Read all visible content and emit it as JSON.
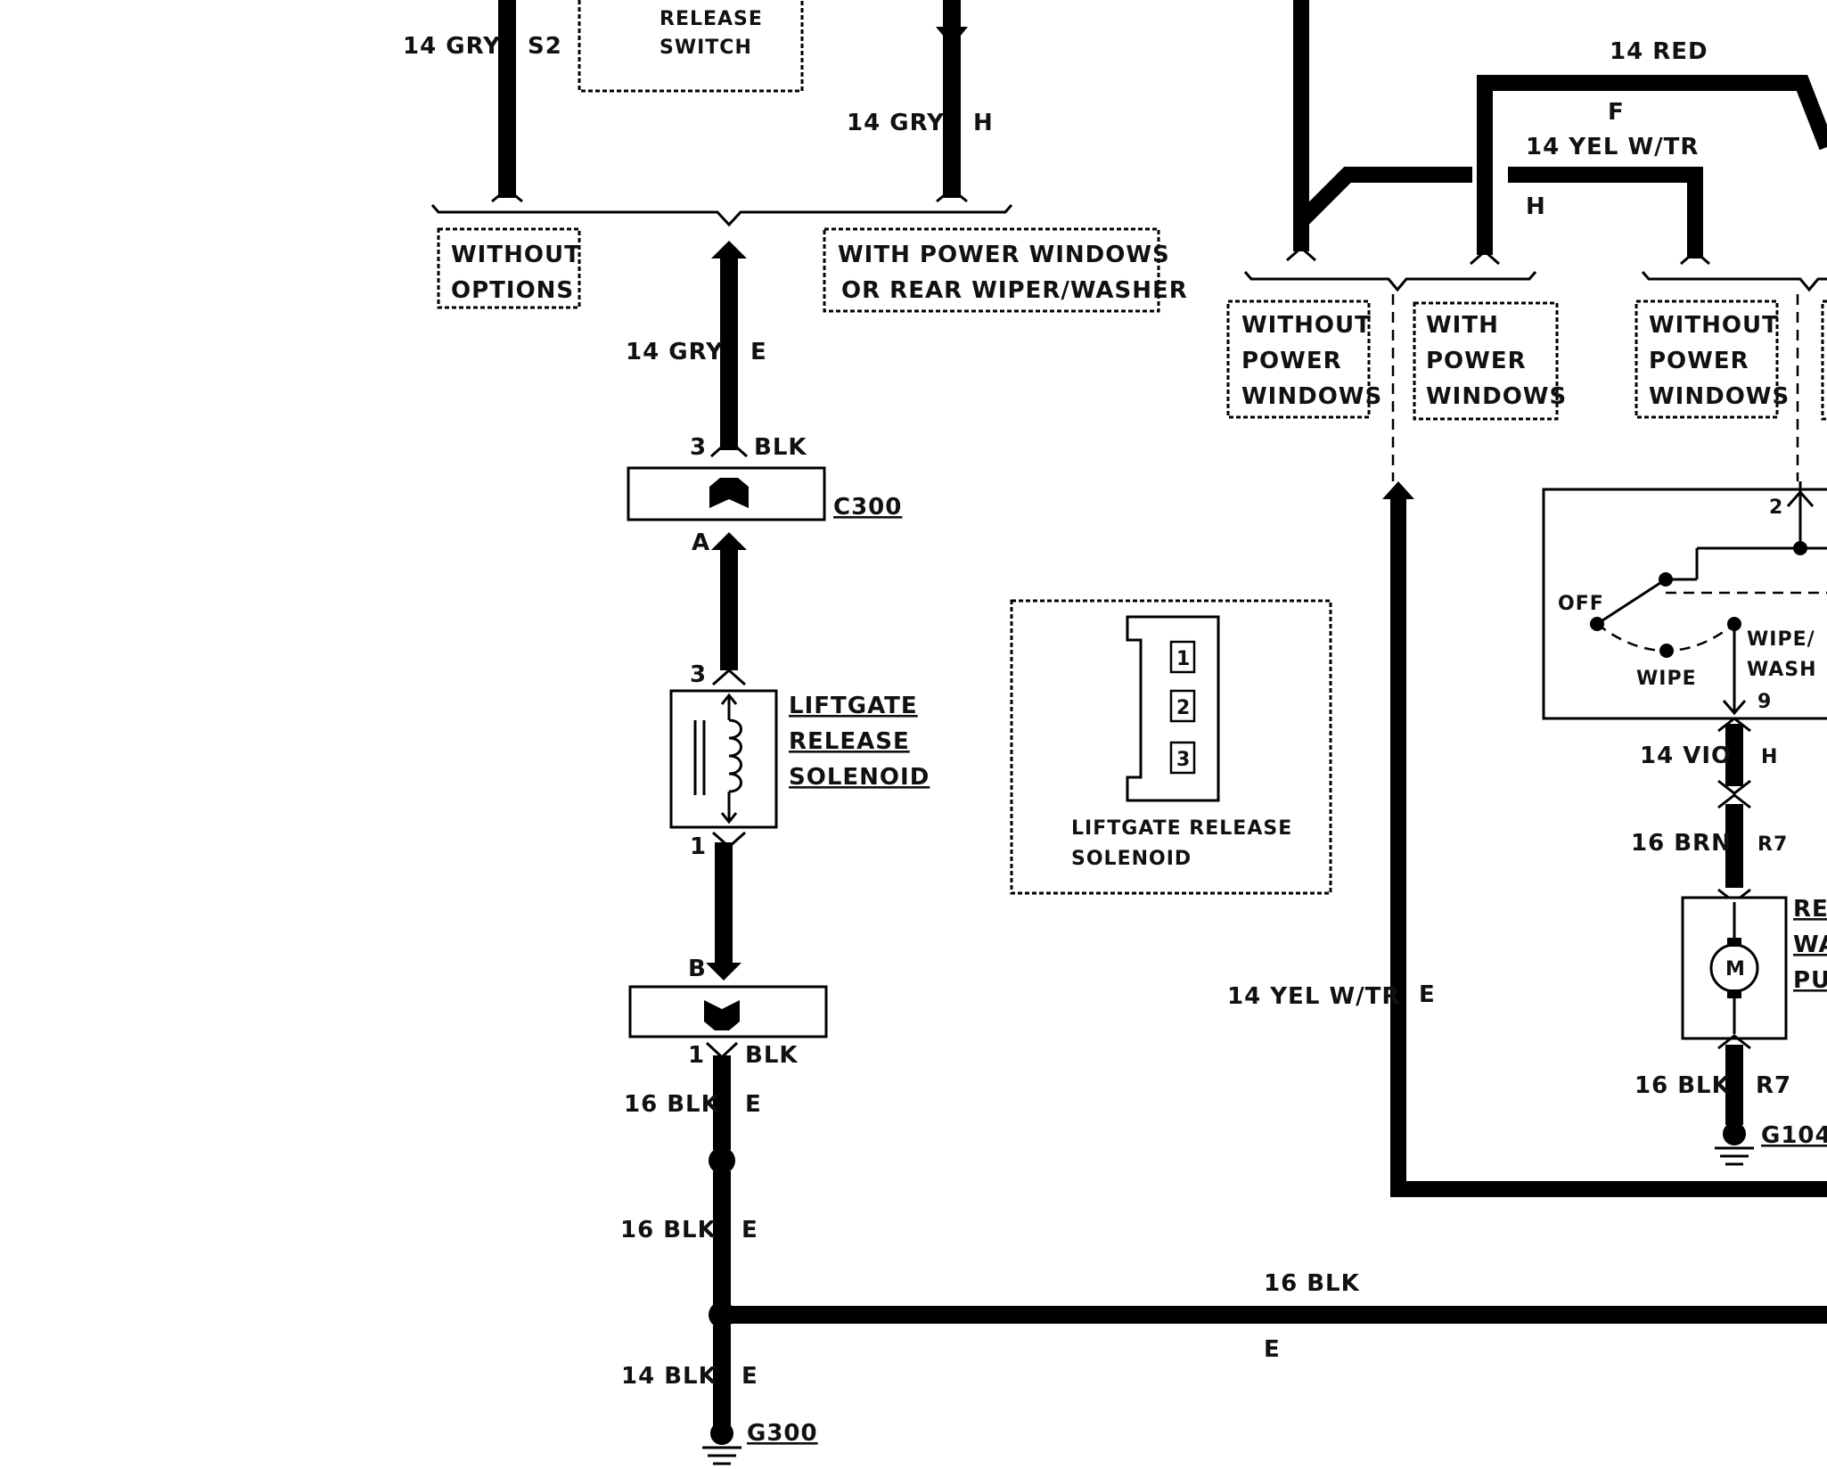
{
  "diagram": {
    "labels": {
      "release_switch_1": "RELEASE",
      "release_switch_2": "SWITCH",
      "w_14gry_s2": "14 GRY",
      "c_s2": "S2",
      "w_14gry_h": "14 GRY",
      "c_h_top": "H",
      "without_options_1": "WITHOUT",
      "without_options_2": "OPTIONS",
      "with_pw_1": "WITH POWER WINDOWS",
      "with_pw_2": "OR REAR WIPER/WASHER",
      "w_14gry_e": "14 GRY",
      "c_e_1": "E",
      "pin3_top": "3",
      "blk_top": "BLK",
      "c300": "C300",
      "pin_a": "A",
      "pin3_sol": "3",
      "sol_1": "LIFTGATE",
      "sol_2": "RELEASE",
      "sol_3": "SOLENOID",
      "pin1_sol": "1",
      "pin_b": "B",
      "pin1_bot": "1",
      "blk_bot": "BLK",
      "w_16blk_1": "16 BLK",
      "c_e_2": "E",
      "w_16blk_2": "16 BLK",
      "c_e_3": "E",
      "w_16blk_h": "16 BLK",
      "c_e_h": "E",
      "w_14blk": "14 BLK",
      "c_e_4": "E",
      "g300": "G300",
      "inset_pin1": "1",
      "inset_pin2": "2",
      "inset_pin3": "3",
      "inset_title_1": "LIFTGATE RELEASE",
      "inset_title_2": "SOLENOID",
      "w_14red": "14 RED",
      "c_f": "F",
      "w_14yel_top": "14 YEL W/TR",
      "c_h_right": "H",
      "wpw_a_1": "WITHOUT",
      "wpw_a_2": "POWER",
      "wpw_a_3": "WINDOWS",
      "wpw_b_1": "WITH",
      "wpw_b_2": "POWER",
      "wpw_b_3": "WINDOWS",
      "wpw_c_1": "WITHOUT",
      "wpw_c_2": "POWER",
      "wpw_c_3": "WINDOWS",
      "pin2_sw": "2",
      "sw_off": "OFF",
      "sw_wipe": "WIPE",
      "sw_wipewash_1": "WIPE/",
      "sw_wipewash_2": "WASH",
      "pin9_sw": "9",
      "w_14vio": "14 VIO",
      "c_h_vio": "H",
      "w_16brn": "16 BRN",
      "c_r7_1": "R7",
      "motor_m": "M",
      "pump_1": "RE",
      "pump_2": "WA",
      "pump_3": "PU",
      "w_14yel_e": "14 YEL W/TR",
      "c_e_yel": "E",
      "w_16blk_r": "16 BLK",
      "c_r7_2": "R7",
      "g104": "G104"
    }
  }
}
